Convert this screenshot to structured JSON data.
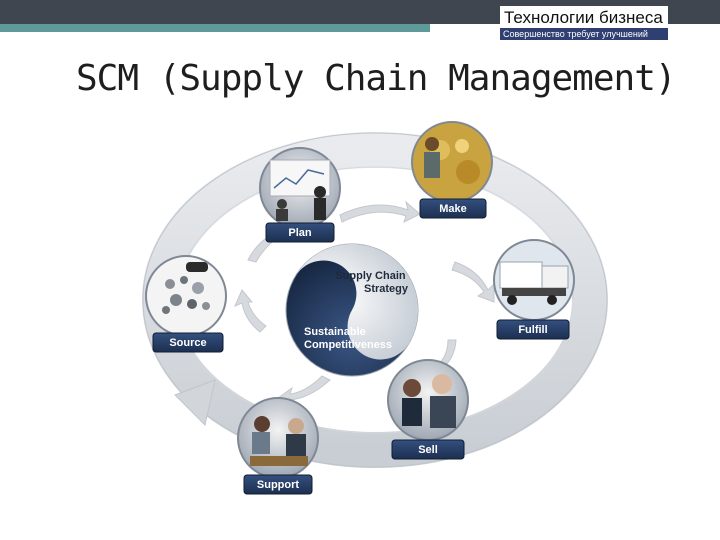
{
  "header": {
    "logo_title": "Технологии бизнеса",
    "logo_subtitle": "Совершенство требует улучшений"
  },
  "slide": {
    "title": "SCM (Supply Chain Management)"
  },
  "diagram": {
    "center_top": [
      "Supply Chain",
      "Strategy"
    ],
    "center_bottom": [
      "Sustainable",
      "Competitiveness"
    ],
    "stages": {
      "plan": "Plan",
      "make": "Make",
      "fulfill": "Fulfill",
      "sell": "Sell",
      "support": "Support",
      "source": "Source"
    }
  },
  "colors": {
    "header_dark": "#3f4650",
    "header_teal": "#5e9a9a",
    "label_navy": "#23395d",
    "arrow_gray": "#d9dde2"
  }
}
